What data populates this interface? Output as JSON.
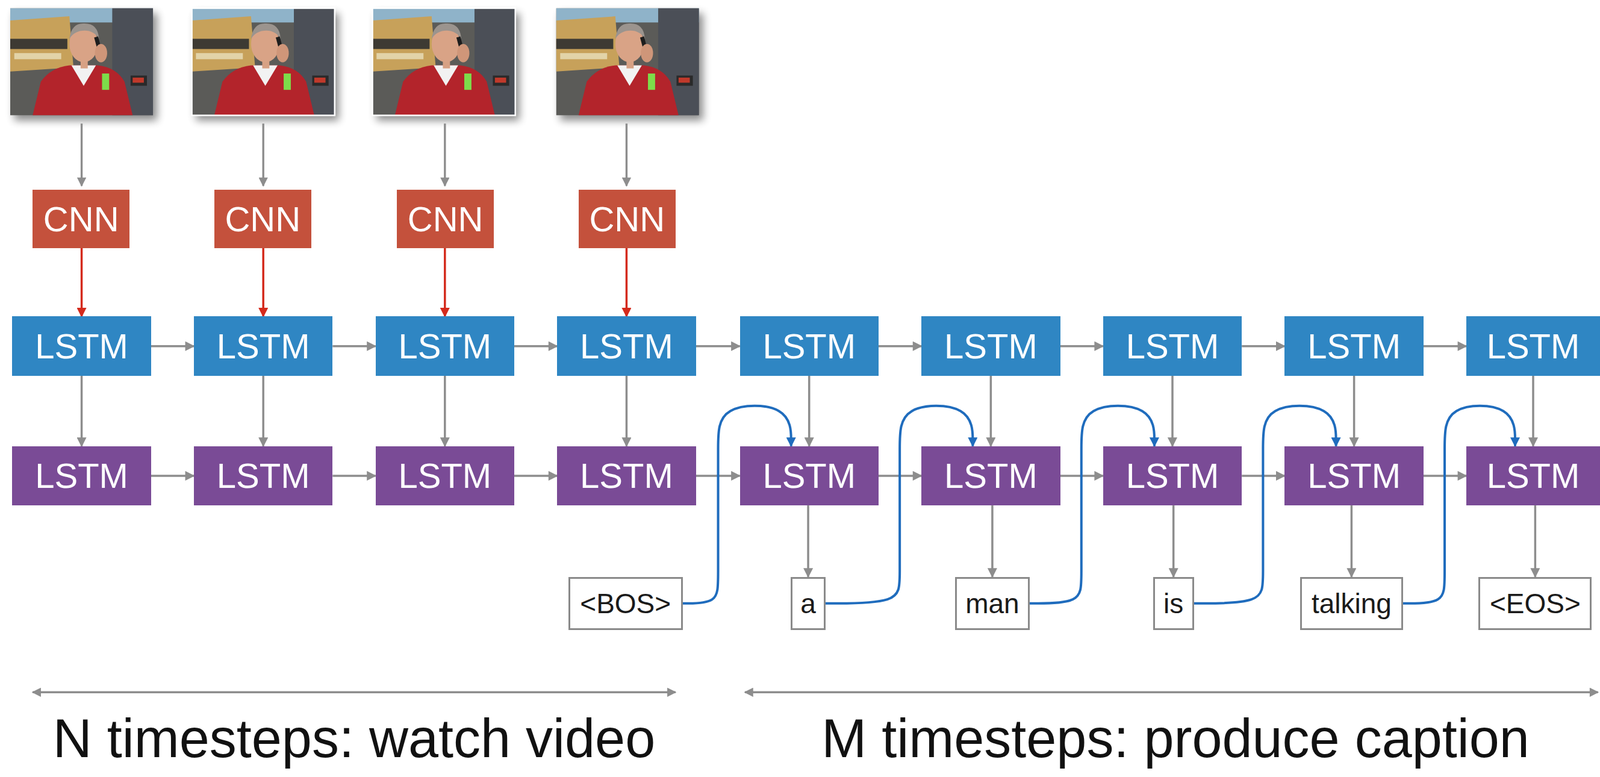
{
  "diagram": {
    "nodes": [
      {
        "text": [
          "CNN"
        ]
      },
      {
        "text": [
          "CNN"
        ]
      },
      {
        "text": [
          "CNN"
        ]
      },
      {
        "text": [
          "CNN"
        ]
      },
      {
        "text": [
          "LSTM"
        ]
      },
      {
        "text": [
          "LSTM"
        ]
      },
      {
        "text": [
          "LSTM"
        ]
      },
      {
        "text": [
          "LSTM"
        ]
      },
      {
        "text": [
          "LSTM"
        ]
      },
      {
        "text": [
          "LSTM"
        ]
      },
      {
        "text": [
          "LSTM"
        ]
      },
      {
        "text": [
          "LSTM"
        ]
      },
      {
        "text": [
          "LSTM"
        ]
      },
      {
        "text": [
          "LSTM"
        ]
      },
      {
        "text": [
          "LSTM"
        ]
      },
      {
        "text": [
          "LSTM"
        ]
      },
      {
        "text": [
          "LSTM"
        ]
      },
      {
        "text": [
          "LSTM"
        ]
      },
      {
        "text": [
          "LSTM"
        ]
      },
      {
        "text": [
          "LSTM"
        ]
      },
      {
        "text": [
          "LSTM"
        ]
      },
      {
        "text": [
          "LSTM"
        ]
      },
      {
        "text": [
          "<BOS>"
        ]
      },
      {
        "text": [
          "a"
        ]
      },
      {
        "text": [
          "man"
        ]
      },
      {
        "text": [
          "is"
        ]
      },
      {
        "text": [
          "talking"
        ]
      },
      {
        "text": [
          "<EOS>"
        ]
      }
    ],
    "edges": [
      {
        "from": 0,
        "to": 4,
        "arrow": "to"
      },
      {
        "from": 1,
        "to": 5,
        "arrow": "to"
      },
      {
        "from": 2,
        "to": 6,
        "arrow": "to"
      },
      {
        "from": 3,
        "to": 7,
        "arrow": "to"
      },
      {
        "from": 4,
        "to": 5,
        "arrow": "to"
      },
      {
        "from": 5,
        "to": 6,
        "arrow": "to"
      },
      {
        "from": 6,
        "to": 7,
        "arrow": "to"
      },
      {
        "from": 7,
        "to": 8,
        "arrow": "to"
      },
      {
        "from": 8,
        "to": 9,
        "arrow": "to"
      },
      {
        "from": 9,
        "to": 10,
        "arrow": "to"
      },
      {
        "from": 10,
        "to": 11,
        "arrow": "to"
      },
      {
        "from": 11,
        "to": 12,
        "arrow": "to"
      },
      {
        "from": 4,
        "to": 13,
        "arrow": "to"
      },
      {
        "from": 5,
        "to": 14,
        "arrow": "to"
      },
      {
        "from": 6,
        "to": 15,
        "arrow": "to"
      },
      {
        "from": 7,
        "to": 16,
        "arrow": "to"
      },
      {
        "from": 8,
        "to": 17,
        "arrow": "to"
      },
      {
        "from": 9,
        "to": 18,
        "arrow": "to"
      },
      {
        "from": 10,
        "to": 19,
        "arrow": "to"
      },
      {
        "from": 11,
        "to": 20,
        "arrow": "to"
      },
      {
        "from": 12,
        "to": 21,
        "arrow": "to"
      },
      {
        "from": 13,
        "to": 14,
        "arrow": "to"
      },
      {
        "from": 14,
        "to": 15,
        "arrow": "to"
      },
      {
        "from": 15,
        "to": 16,
        "arrow": "to"
      },
      {
        "from": 16,
        "to": 17,
        "arrow": "to"
      },
      {
        "from": 17,
        "to": 18,
        "arrow": "to"
      },
      {
        "from": 18,
        "to": 19,
        "arrow": "to"
      },
      {
        "from": 19,
        "to": 20,
        "arrow": "to"
      },
      {
        "from": 20,
        "to": 21,
        "arrow": "to"
      },
      {
        "from": 17,
        "to": 23,
        "arrow": "to"
      },
      {
        "from": 18,
        "to": 24,
        "arrow": "to"
      },
      {
        "from": 19,
        "to": 25,
        "arrow": "to"
      },
      {
        "from": 20,
        "to": 26,
        "arrow": "to"
      },
      {
        "from": 21,
        "to": 27,
        "arrow": "to"
      },
      {
        "from": 22,
        "to": 17,
        "arrow": "to"
      },
      {
        "from": 23,
        "to": 18,
        "arrow": "to"
      },
      {
        "from": 24,
        "to": 19,
        "arrow": "to"
      },
      {
        "from": 25,
        "to": 20,
        "arrow": "to"
      },
      {
        "from": 26,
        "to": 21,
        "arrow": "to"
      }
    ],
    "labels": [
      "N timesteps: watch video",
      "M timesteps: produce caption"
    ]
  }
}
